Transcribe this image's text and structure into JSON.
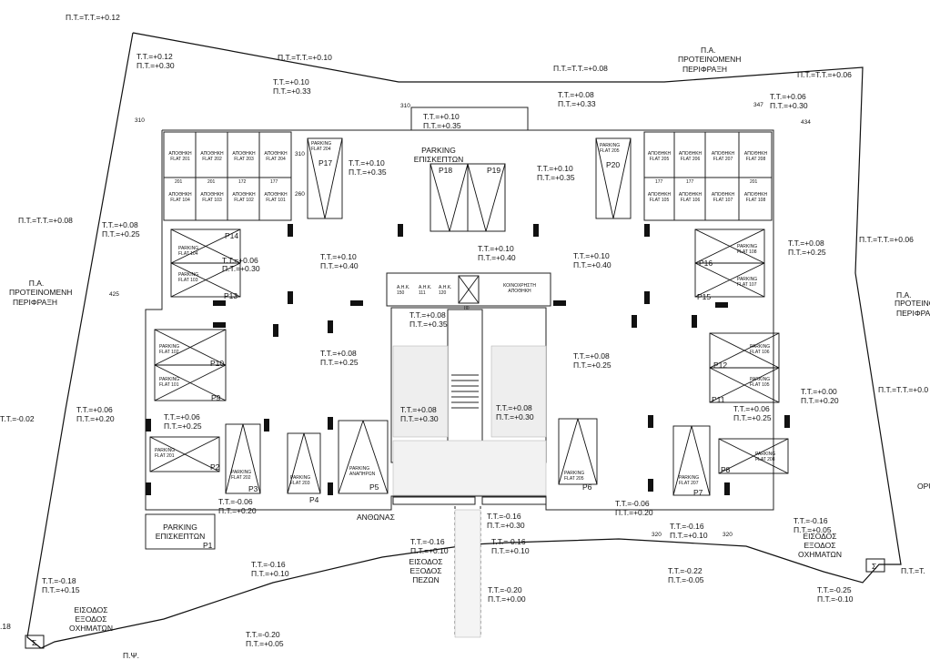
{
  "labels": {
    "top_left_edge": "Π.Τ.=Τ.Τ.=+0.12",
    "nw_tt": "Τ.Τ.=+0.12",
    "nw_pt": "Π.Τ.=+0.30",
    "top_mid": "Π.Τ.=Τ.Τ.=+0.10",
    "top_tt2": "Τ.Τ.=+0.10",
    "top_pt2": "Π.Τ.=+0.33",
    "top_right_mid": "Π.Τ.=Τ.Τ.=+0.08",
    "pa_top": "Π.Α.",
    "pa_top_l2": "ΠΡΟΤΕΙΝΟΜΕΝΗ",
    "pa_top_l3": "ΠΕΡΙΦΡΑΞΗ",
    "top_far_right": "Π.Τ.=Τ.Τ.=+0.06",
    "ne_tt": "Τ.Τ.=+0.06",
    "ne_pt": "Π.Τ.=+0.30",
    "mid_tt_a": "Τ.Τ.=+0.10",
    "mid_pt_a": "Π.Τ.=+0.35",
    "mid_tt_b": "Τ.Τ.=+0.08",
    "mid_pt_b": "Π.Τ.=+0.33",
    "dim_310": "310",
    "dim_310b": "310",
    "dim_347": "347",
    "dim_434": "434",
    "dim_310v": "310",
    "dim_260": "260",
    "dim_425": "425",
    "dim_80": "80",
    "dim_320": "320",
    "dim_320b": "320",
    "store": "ΑΠΟΘΗΚΗ",
    "flat_201": "FLAT 201",
    "flat_202": "FLAT 202",
    "flat_203": "FLAT 203",
    "flat_204": "FLAT 204",
    "flat_104": "FLAT 104",
    "flat_103": "FLAT 103",
    "flat_102": "FLAT 102",
    "flat_101": "FLAT 101",
    "flat_205": "FLAT 205",
    "flat_206": "FLAT 206",
    "flat_207": "FLAT 207",
    "flat_208": "FLAT 208",
    "flat_105": "FLAT 105",
    "flat_106": "FLAT 106",
    "flat_107": "FLAT 107",
    "flat_108": "FLAT 108",
    "n201": "201",
    "n202": "201",
    "n172": "172",
    "n177": "177",
    "n177b": "177",
    "n177c": "177",
    "n201b": "201",
    "parking": "PARKING",
    "p17_flat": "FLAT 204",
    "p17": "P17",
    "visitor_parking": "PARKING",
    "visitor_l2": "ΕΠΙΣΚΕΠΤΩΝ",
    "p18": "P18",
    "p19": "P19",
    "p20_flat": "FLAT 205",
    "p20": "P20",
    "tt_c1": "Τ.Τ.=+0.10",
    "pt_c1": "Π.Τ.=+0.35",
    "tt_c2": "Τ.Τ.=+0.10",
    "pt_c2": "Π.Τ.=+0.35",
    "left_edge": "Π.Τ.=Τ.Τ.=+0.08",
    "l_tt": "Τ.Τ.=+0.08",
    "l_pt": "Π.Τ.=+0.25",
    "p14_flat_a": "FLAT 104",
    "p14": "P14",
    "p13_flat": "FLAT 103",
    "p13": "P13",
    "l_tt2": "Τ.Τ.=+0.06",
    "l_pt2": "Π.Τ.=+0.30",
    "center_tt1": "Τ.Τ.=+0.10",
    "center_pt1": "Π.Τ.=+0.40",
    "center_tt2": "Τ.Τ.=+0.10",
    "center_pt2": "Π.Τ.=+0.40",
    "center_tt3": "Τ.Τ.=+0.10",
    "center_pt3": "Π.Τ.=+0.40",
    "right_edge": "Π.Τ.=Τ.Τ.=+0.06",
    "r_tt": "Τ.Τ.=+0.08",
    "r_pt": "Π.Τ.=+0.25",
    "p16_flat": "FLAT 108",
    "p16": "P16",
    "p15_flat": "FLAT 107",
    "p15": "P15",
    "pa_left": "Π.Α.",
    "pa_left_l2": "ΠΡΟΤΕΙΝΟΜΕΝΗ",
    "pa_left_l3": "ΠΕΡΙΦΡΑΞΗ",
    "pa_right": "Π.Α.",
    "pa_right_l2": "ΠΡΟΤΕΙΝΟΜΕΝΗ",
    "pa_right_l3": "ΠΕΡΙΦΡΑΞΗ",
    "ahk": "Α.Η.Κ.",
    "ahk_150": "150",
    "ahk_111": "111",
    "ahk_120": "120",
    "common_store": "ΚΟΙΝΟΧΡΗΣΤΗ",
    "common_store_l2": "ΑΠΟΘΗΚΗ",
    "core_tt": "Τ.Τ.=+0.08",
    "core_pt": "Π.Τ.=+0.35",
    "m_tt1": "Τ.Τ.=+0.08",
    "m_pt1": "Π.Τ.=+0.25",
    "m_tt2": "Τ.Τ.=+0.08",
    "m_pt2": "Π.Τ.=+0.25",
    "p10_flat": "FLAT 102",
    "p10": "P10",
    "p9_flat": "FLAT 101",
    "p9": "P9",
    "p12_flat": "FLAT 106",
    "p12": "P12",
    "p11_flat": "FLAT 105",
    "p11": "P11",
    "right_far": "Π.Τ.=Τ.Τ.=+0.0",
    "r_tt2": "Τ.Τ.=+0.00",
    "r_pt2": "Π.Τ.=+0.20",
    "r_tt3": "Τ.Τ.=+0.06",
    "r_pt3": "Π.Τ.=+0.25",
    "left_far": "Τ.Τ.=-0.02",
    "l_tt3": "Τ.Τ.=+0.06",
    "l_pt3": "Π.Τ.=+0.20",
    "l_tt4": "Τ.Τ.=+0.06",
    "l_pt4": "Π.Τ.=+0.25",
    "s_tt1": "Τ.Τ.=+0.08",
    "s_pt1": "Π.Τ.=+0.30",
    "s_tt2": "Τ.Τ.=+0.08",
    "s_pt2": "Π.Τ.=+0.30",
    "p2_flat": "FLAT 201",
    "p2": "P2",
    "p3_flat": "FLAT 202",
    "p3": "P3",
    "p4_flat": "FLAT 203",
    "p4": "P4",
    "p5_l2": "ΑΝΑΠΗΡΩΝ",
    "p5": "P5",
    "p6_flat": "FLAT 205",
    "p6": "P6",
    "p7_flat": "FLAT 207",
    "p7": "P7",
    "p8_flat": "FLAT 208",
    "p8": "P8",
    "opu": "OPU",
    "b_tt1": "Τ.Τ.=-0.06",
    "b_pt1": "Π.Τ.=+0.20",
    "b_tt2": "Τ.Τ.=-0.06",
    "b_pt2": "Π.Τ.=+0.20",
    "garden": "ΑΝΘΩΝΑΣ",
    "b_tt3": "Τ.Τ.=-0.16",
    "b_pt3": "Π.Τ.=+0.30",
    "b_tt4": "Τ.Τ.=-0.16",
    "b_pt4": "Π.Τ.=+0.10",
    "b_tt5": "Τ.Τ.=-0.16",
    "b_pt5": "Π.Τ.=+0.10",
    "b_tt6": "Τ.Τ.=-0.16",
    "b_pt6": "Π.Τ.=+0.10",
    "b_tt7": "Τ.Τ.=-0.16",
    "b_pt7": "Π.Τ.=+0.05",
    "exit_vehicles_r": "ΕΙΣΟΔΟΣ",
    "exit_vehicles_r2": "ΕΞΟΔΟΣ",
    "exit_vehicles_r3": "ΟΧΗΜΑΤΩΝ",
    "p1_l1": "PARKING",
    "p1_l2": "ΕΠΙΣΚΕΠΤΩΝ",
    "p1": "P1",
    "ped_1": "ΕΙΣΟΔΟΣ",
    "ped_2": "ΕΞΟΔΟΣ",
    "ped_3": "ΠΕΖΩΝ",
    "b_tt8": "Τ.Τ.=-0.16",
    "b_pt8": "Π.Τ.=+0.10",
    "b_tt9": "Τ.Τ.=-0.18",
    "b_pt9": "Π.Τ.=+0.15",
    "veh_l1": "ΕΙΣΟΔΟΣ",
    "veh_l2": "ΕΞΟΔΟΣ",
    "veh_l3": "ΟΧΗΜΑΤΩΝ",
    "b_tt10": "Τ.Τ.=-0.20",
    "b_pt10": "Π.Τ.=+0.00",
    "b_tt11": "Τ.Τ.=-0.22",
    "b_pt11": "Π.Τ.=-0.05",
    "b_tt12": "Τ.Τ.=-0.25",
    "b_pt12": "Π.Τ.=-0.10",
    "b_tt13": "Τ.Τ.=-0.20",
    "b_pt13": "Π.Τ.=+0.05",
    "b_far_right": "Π.Τ.=Τ.",
    "left_cut": ".18",
    "bottom_cut": "Π.Ψ.",
    "sigma": "Σ",
    "sigma2": "Σ"
  }
}
